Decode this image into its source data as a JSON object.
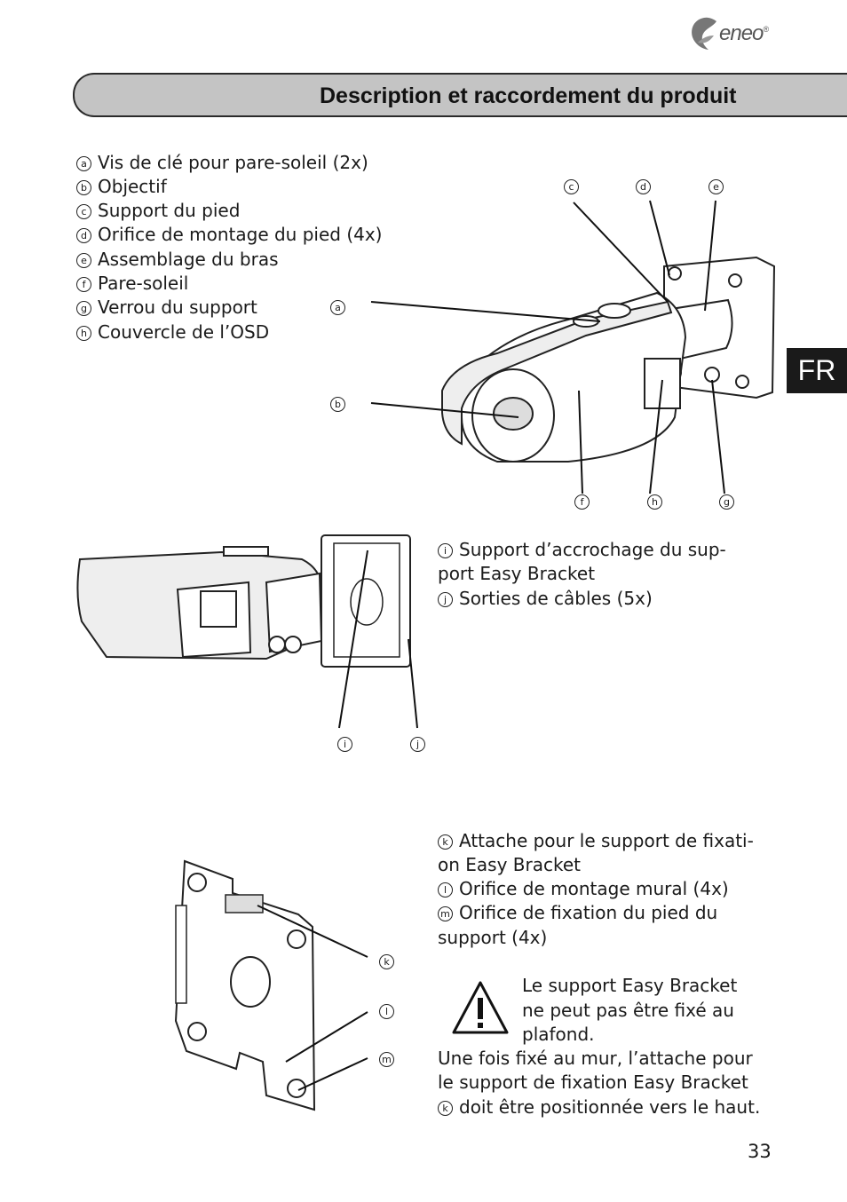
{
  "brand": {
    "name": "eneo",
    "registered": "®"
  },
  "header": {
    "title": "Description et raccordement du produit"
  },
  "language_tab": "FR",
  "section1": {
    "items": [
      {
        "key": "a",
        "text": "Vis de clé pour pare-soleil (2x)"
      },
      {
        "key": "b",
        "text": "Objectif"
      },
      {
        "key": "c",
        "text": "Support du pied"
      },
      {
        "key": "d",
        "text": "Orifice de montage du pied (4x)"
      },
      {
        "key": "e",
        "text": "Assemblage du bras"
      },
      {
        "key": "f",
        "text": "Pare-soleil"
      },
      {
        "key": "g",
        "text": "Verrou du support"
      },
      {
        "key": "h",
        "text": "Couvercle de l’OSD"
      }
    ],
    "callouts": [
      "c",
      "d",
      "e",
      "a",
      "b",
      "f",
      "h",
      "g"
    ]
  },
  "section2": {
    "items": [
      {
        "key": "i",
        "lines": [
          "Support d’accrochage du sup-",
          "port Easy Bracket"
        ]
      },
      {
        "key": "j",
        "lines": [
          "Sorties de câbles (5x)"
        ]
      }
    ],
    "callouts": [
      "i",
      "j"
    ]
  },
  "section3": {
    "items": [
      {
        "key": "k",
        "lines": [
          "Attache pour le support de fixati-",
          "on Easy Bracket"
        ]
      },
      {
        "key": "l",
        "lines": [
          "Orifice de montage mural (4x)"
        ]
      },
      {
        "key": "m",
        "lines": [
          "Orifice de fixation du pied du",
          "support (4x)"
        ]
      }
    ],
    "callouts": [
      "k",
      "l",
      "m"
    ]
  },
  "warning": {
    "icon": "warning-triangle-icon",
    "lines": [
      "Le support Easy Bracket",
      "ne peut pas être fixé au",
      "plafond."
    ]
  },
  "note": {
    "lines": [
      "Une fois fixé au mur, l’attache pour",
      "le support de fixation Easy Bracket"
    ],
    "last_key": "k",
    "last_line": "doit être positionnée vers le haut."
  },
  "page_number": "33"
}
